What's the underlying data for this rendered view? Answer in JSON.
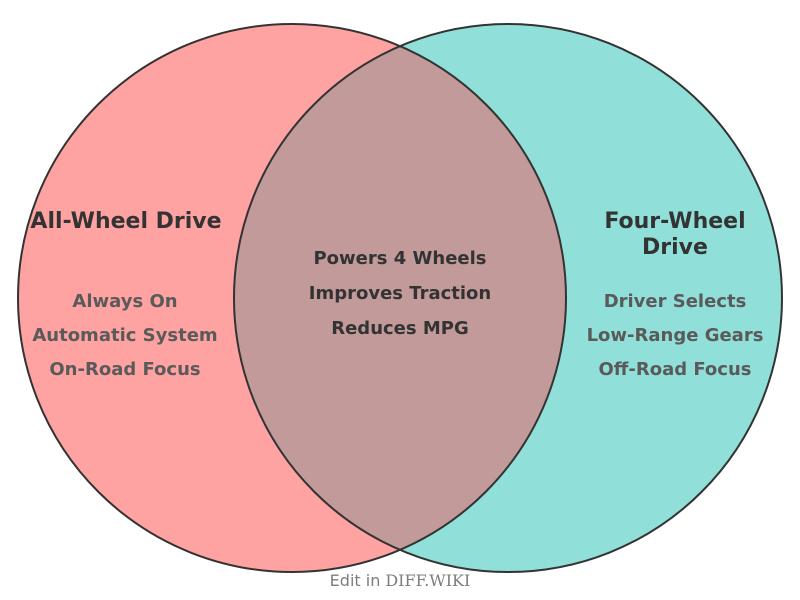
{
  "venn": {
    "left": {
      "title": "All-Wheel Drive",
      "items": [
        "Always On",
        "Automatic System",
        "On-Road Focus"
      ],
      "fill_color": "#ffa2a2"
    },
    "right": {
      "title": "Four-Wheel Drive",
      "items": [
        "Driver Selects",
        "Low-Range Gears",
        "Off-Road Focus"
      ],
      "fill_color": "#90e0d9"
    },
    "intersection": {
      "items": [
        "Powers 4 Wheels",
        "Improves Traction",
        "Reduces MPG"
      ],
      "fill_color": "#c29a9a"
    },
    "outline_color": "#333333"
  },
  "footer": {
    "prefix": "Edit in",
    "site": "DIFF.WIKI"
  }
}
